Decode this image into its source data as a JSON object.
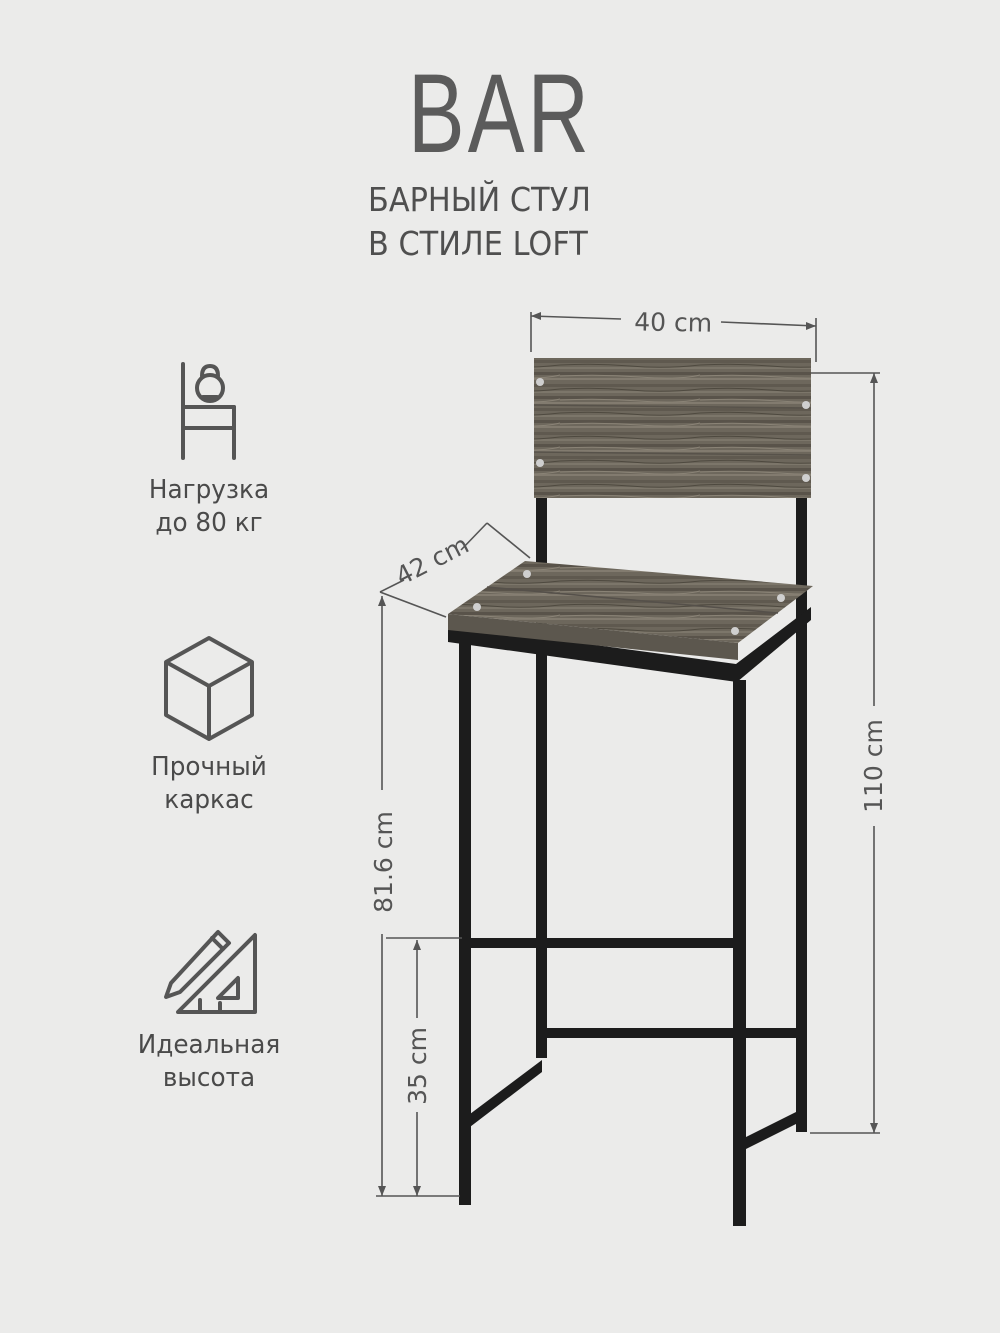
{
  "product": {
    "title": "BAR",
    "subtitle_line1": "БАРНЫЙ СТУЛ",
    "subtitle_line2": "В СТИЛЕ LOFT"
  },
  "features": [
    {
      "icon": "kettlebell-chair-icon",
      "line1": "Нагрузка",
      "line2": "до 80 кг"
    },
    {
      "icon": "cube-icon",
      "line1": "Прочный",
      "line2": "каркас"
    },
    {
      "icon": "pencil-triangle-ruler-icon",
      "line1": "Идеальная",
      "line2": "высота"
    }
  ],
  "dimensions": {
    "width": "40 cm",
    "depth": "42 cm",
    "total_height": "110 cm",
    "seat_height": "81.6 cm",
    "footrest_height": "35 cm"
  },
  "colors": {
    "background": "#ebebea",
    "frame": "#1c1c1c",
    "wood": "#6f695e",
    "text": "#4d4d4d"
  }
}
